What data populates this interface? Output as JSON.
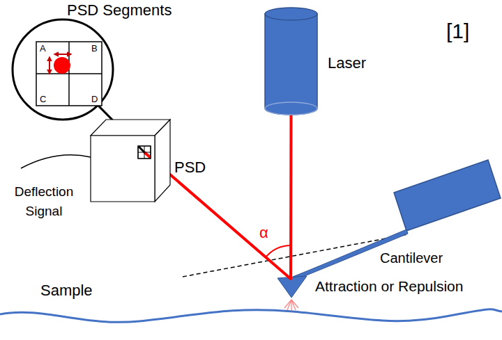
{
  "diagram": {
    "nodes": [
      {
        "text": [
          "PSD Segments",
          "A",
          "B",
          "C",
          "D"
        ]
      },
      {
        "text": [
          "PSD"
        ]
      },
      {
        "text": [
          "Laser"
        ]
      }
    ],
    "edges": [
      {
        "from": 0,
        "to": 1,
        "arrow": "none"
      },
      {
        "from": 2,
        "to": 1,
        "arrow": "none"
      }
    ],
    "labels": [
      "[1]",
      "Deflection Signal",
      "α",
      "Cantilever",
      "Sample",
      "Attraction or Repulsion"
    ]
  }
}
